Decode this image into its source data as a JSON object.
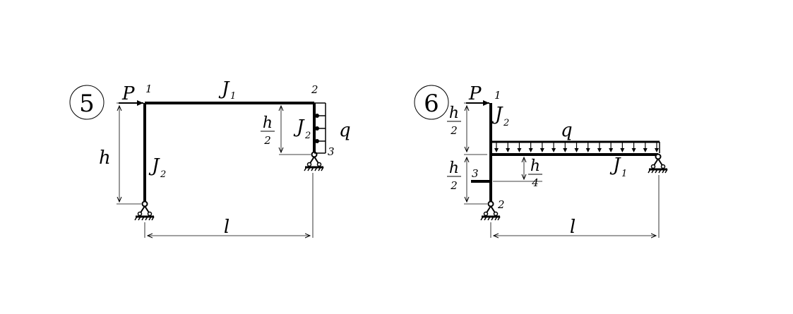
{
  "figure5": {
    "number": "5",
    "load_P": "P",
    "load_q": "q",
    "node_1": "1",
    "node_2": "2",
    "node_3": "3",
    "beam_J": "J",
    "beam_J_sub": "1",
    "col_left_J": "J",
    "col_left_J_sub": "2",
    "col_right_J": "J",
    "col_right_J_sub": "2",
    "dim_height": "h",
    "dim_half_num": "h",
    "dim_half_den": "2",
    "dim_span": "l"
  },
  "figure6": {
    "number": "6",
    "load_P": "P",
    "load_q": "q",
    "node_1": "1",
    "node_2": "2",
    "node_3": "3",
    "col_J": "J",
    "col_J_sub": "2",
    "beam_J": "J",
    "beam_J_sub": "1",
    "dim_upper_num": "h",
    "dim_upper_den": "2",
    "dim_lower_num": "h",
    "dim_lower_den": "2",
    "dim_quarter_num": "h",
    "dim_quarter_den": "4",
    "dim_span": "l"
  }
}
